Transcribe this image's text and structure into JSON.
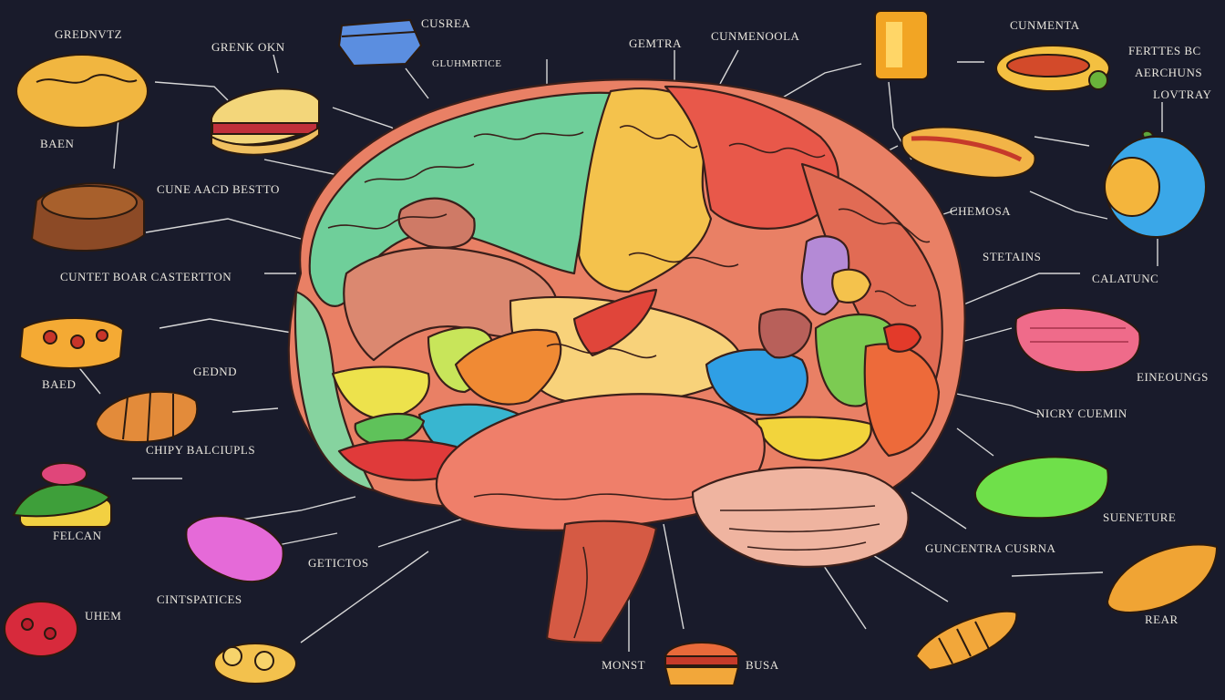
{
  "colors": {
    "background": "#191b2b",
    "line": "#d8d8d8",
    "label": "#e9e6dd",
    "brain_base": "#e98065",
    "lobe_green": "#6fcf9a",
    "lobe_yellow": "#f4c24c",
    "lobe_red": "#e8584a",
    "lobe_blue": "#38a9e0",
    "lobe_purple": "#b48ad6",
    "lobe_lime": "#9bdc4a",
    "lobe_orange": "#f08a34"
  },
  "labels": {
    "l1": "GREDNVTZ",
    "l2": "GRENK OKN",
    "l3": "CUSREA",
    "l4": "CUNMENOOLA",
    "l5": "GEMTRA",
    "l6": "CUNMENTA",
    "l7": "FERTTES BC",
    "l8": "AERCHUNS",
    "l9": "LOVTRAY",
    "l10": "GLUHMRTICE",
    "l11": "BAEN",
    "l12": "CUNE AACD BESTTO",
    "l13": "CHEMOSA",
    "l14": "STETAINS",
    "l15": "CALATUNC",
    "l16": "CUNTET BOAR CASTERTTON",
    "l17": "BAED",
    "l18": "GEDND",
    "l19": "EINEOUNGS",
    "l20": "NICRY CUEMIN",
    "l21": "CHIPY BALCIUPLS",
    "l22": "FELCAN",
    "l23": "SUENETURE",
    "l24": "GUNCENTRA CUSRNA",
    "l25": "GETICTOS",
    "l26": "CINTSPATICES",
    "l27": "UHEM",
    "l28": "REAR",
    "l29": "MONST",
    "l30": "BUSA"
  }
}
